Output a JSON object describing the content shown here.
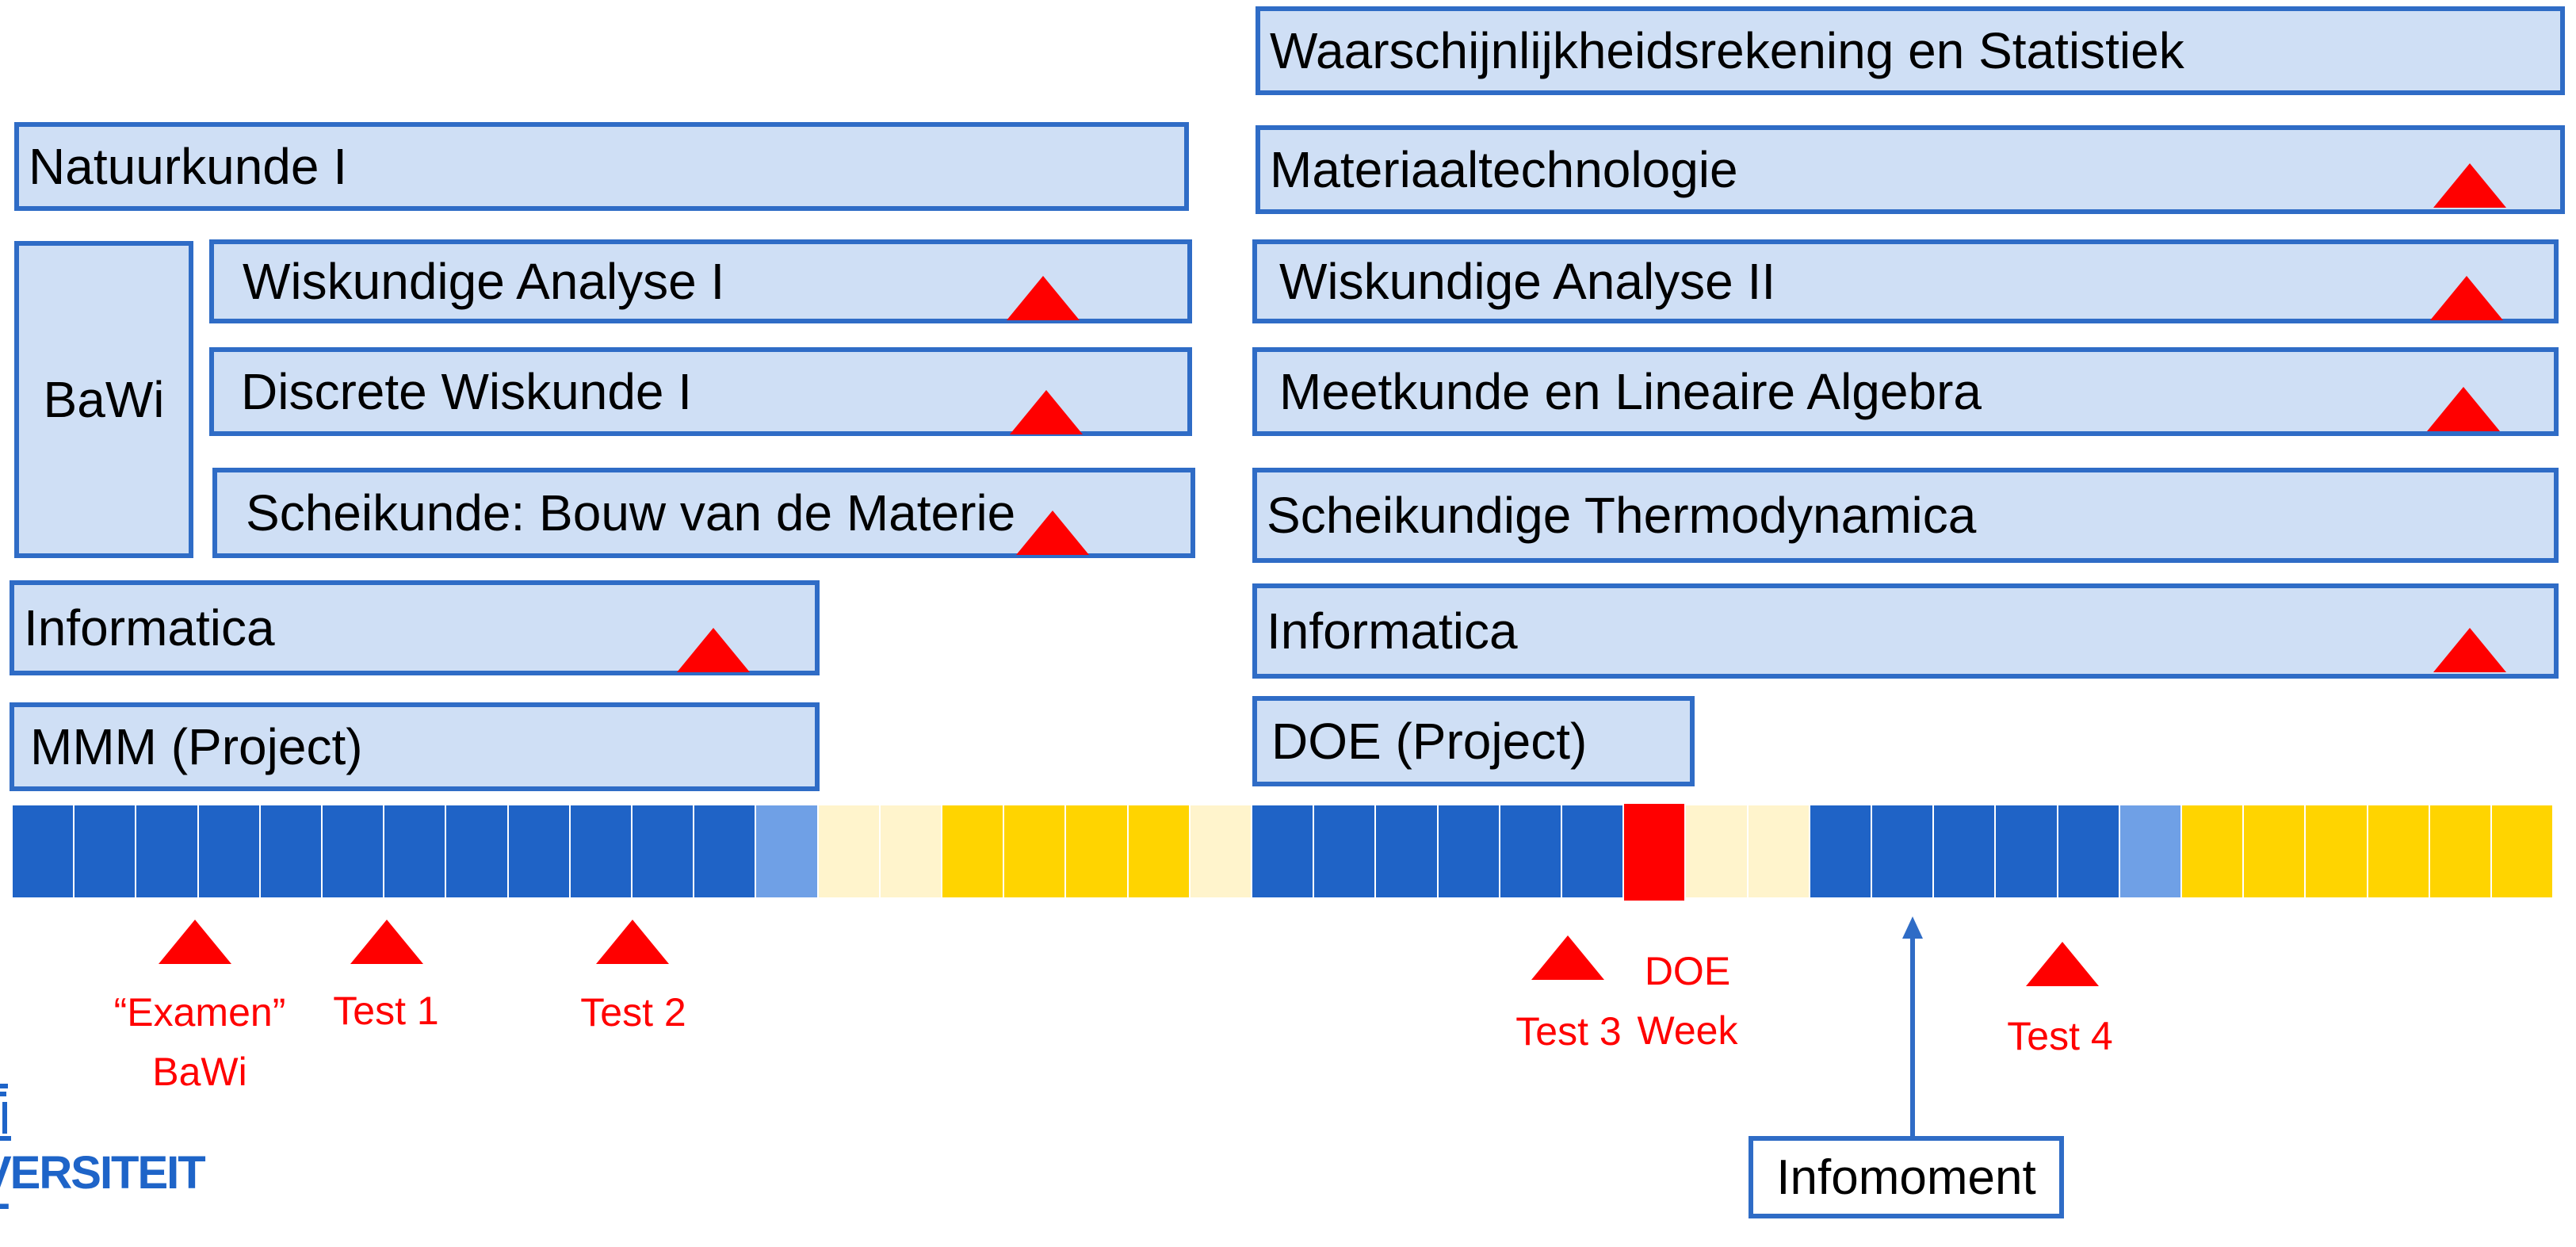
{
  "courses_semester1": {
    "natuurkunde": "Natuurkunde I",
    "bawi": "BaWi",
    "wiskundige_analyse": "Wiskundige Analyse I",
    "discrete_wiskunde": "Discrete Wiskunde I",
    "scheikunde": "Scheikunde: Bouw van de Materie",
    "informatica": "Informatica",
    "mmm": "MMM (Project)"
  },
  "courses_semester2": {
    "waarschijnlijkheid": "Waarschijnlijkheidsrekening en Statistiek",
    "materiaaltechnologie": "Materiaaltechnologie",
    "wiskundige_analyse": "Wiskundige Analyse II",
    "meetkunde": "Meetkunde en Lineaire Algebra",
    "thermodynamica": "Scheikundige Thermodynamica",
    "informatica": "Informatica",
    "doe": "DOE (Project)"
  },
  "milestones": {
    "examen_bawi": "“Examen”",
    "examen_bawi_2": "BaWi",
    "test1": "Test 1",
    "test2": "Test 2",
    "test3": "Test 3",
    "doe_week_1": "DOE",
    "doe_week_2": "Week",
    "test4": "Test 4"
  },
  "infomoment": "Infomoment",
  "logo": {
    "line1": "VERSITEIT",
    "line2": "T"
  },
  "timeline_legend_colors": {
    "lesweek": "#1f63c6",
    "lesweek_light": "#6fa0e6",
    "vakantie": "#fff4cc",
    "examen": "#ffd400",
    "doe_week": "#ff0000"
  },
  "timeline": [
    "lesweek",
    "lesweek",
    "lesweek",
    "lesweek",
    "lesweek",
    "lesweek",
    "lesweek",
    "lesweek",
    "lesweek",
    "lesweek",
    "lesweek",
    "lesweek",
    "lesweek_light",
    "vakantie",
    "vakantie",
    "examen",
    "examen",
    "examen",
    "examen",
    "vakantie",
    "lesweek",
    "lesweek",
    "lesweek",
    "lesweek",
    "lesweek",
    "lesweek",
    "doe_week",
    "vakantie",
    "vakantie",
    "lesweek",
    "lesweek",
    "lesweek",
    "lesweek",
    "lesweek",
    "lesweek_light",
    "examen",
    "examen",
    "examen",
    "examen",
    "examen",
    "examen"
  ]
}
